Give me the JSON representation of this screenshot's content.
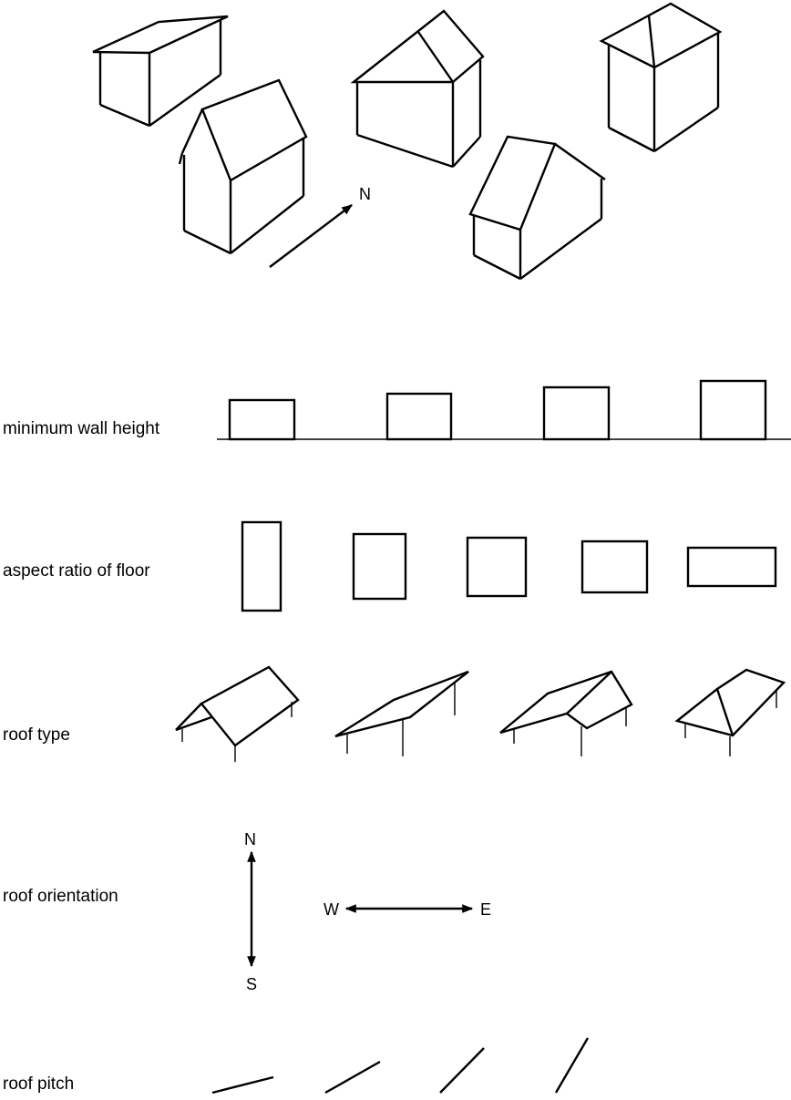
{
  "compass": {
    "north": "N"
  },
  "rows": {
    "wall_height": "minimum wall height",
    "aspect_ratio": "aspect ratio of floor",
    "roof_type": "roof type",
    "roof_orientation": "roof orientation",
    "roof_pitch": "roof pitch"
  },
  "orientation_labels": {
    "n": "N",
    "s": "S",
    "w": "W",
    "e": "E"
  }
}
